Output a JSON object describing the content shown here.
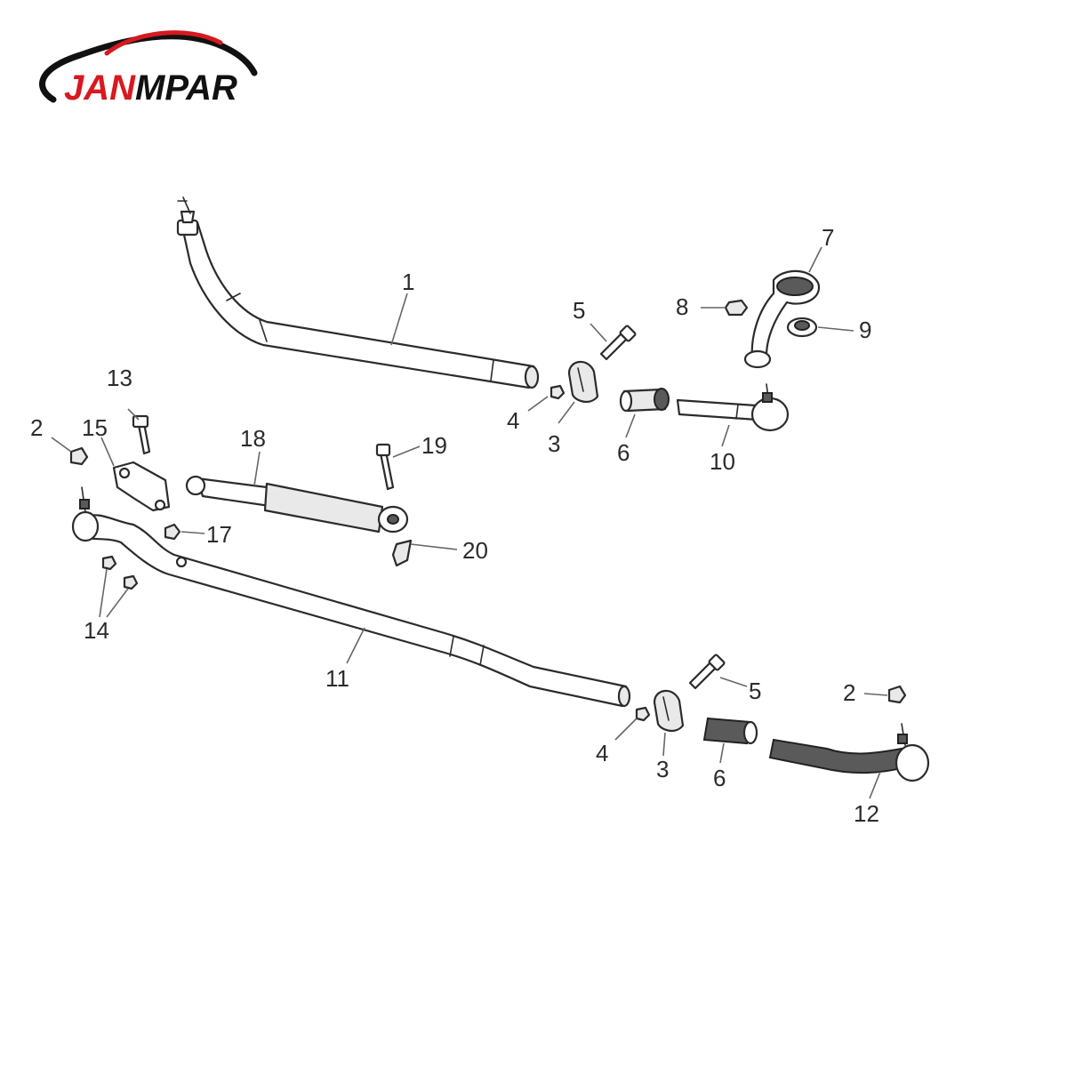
{
  "brand": {
    "logo_text_red": "JAN",
    "logo_text_black": "MPAR",
    "red_color": "#d71920",
    "black_color": "#111111"
  },
  "callouts": {
    "c1": "1",
    "c2a": "2",
    "c2b": "2",
    "c3a": "3",
    "c3b": "3",
    "c4a": "4",
    "c4b": "4",
    "c5a": "5",
    "c5b": "5",
    "c6a": "6",
    "c6b": "6",
    "c7": "7",
    "c8": "8",
    "c9": "9",
    "c10": "10",
    "c11": "11",
    "c12": "12",
    "c13": "13",
    "c14": "14",
    "c15": "15",
    "c17": "17",
    "c18": "18",
    "c19": "19",
    "c20": "20"
  }
}
